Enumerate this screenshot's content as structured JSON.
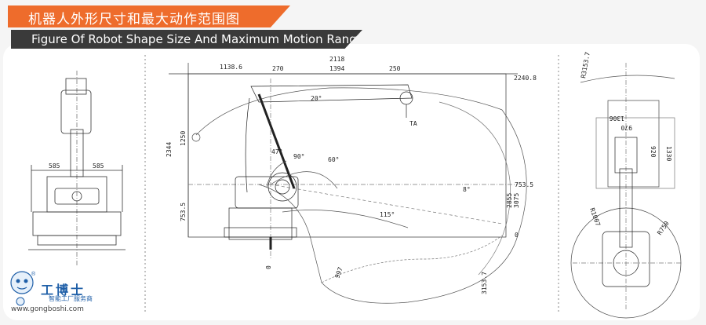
{
  "header": {
    "title_cn": "机器人外形尺寸和最大动作范围图",
    "title_en": "Figure Of Robot Shape Size And Maximum Motion Range"
  },
  "front_view": {
    "dim_left": "585",
    "dim_right": "585"
  },
  "side_view": {
    "dims_top": [
      "1138.6",
      "270",
      "2118",
      "1394",
      "250",
      "2240.8"
    ],
    "dims_left": [
      "2344",
      "1250",
      "753.5"
    ],
    "dims_right": [
      "753.5",
      "2855",
      "3075",
      "0",
      "3153.7",
      "997"
    ],
    "angles": [
      "20°",
      "47°",
      "90°",
      "60°",
      "115°",
      "8°"
    ],
    "point_a": "TA",
    "bottom_zero": "0"
  },
  "top_view": {
    "dims": [
      "R3153.7",
      "1306",
      "970",
      "920",
      "1330",
      "R1007",
      "R750"
    ]
  },
  "logo": {
    "name": "工博士",
    "subtitle": "智能工厂服务商",
    "url": "www.gongboshi.com",
    "reg": "®"
  }
}
